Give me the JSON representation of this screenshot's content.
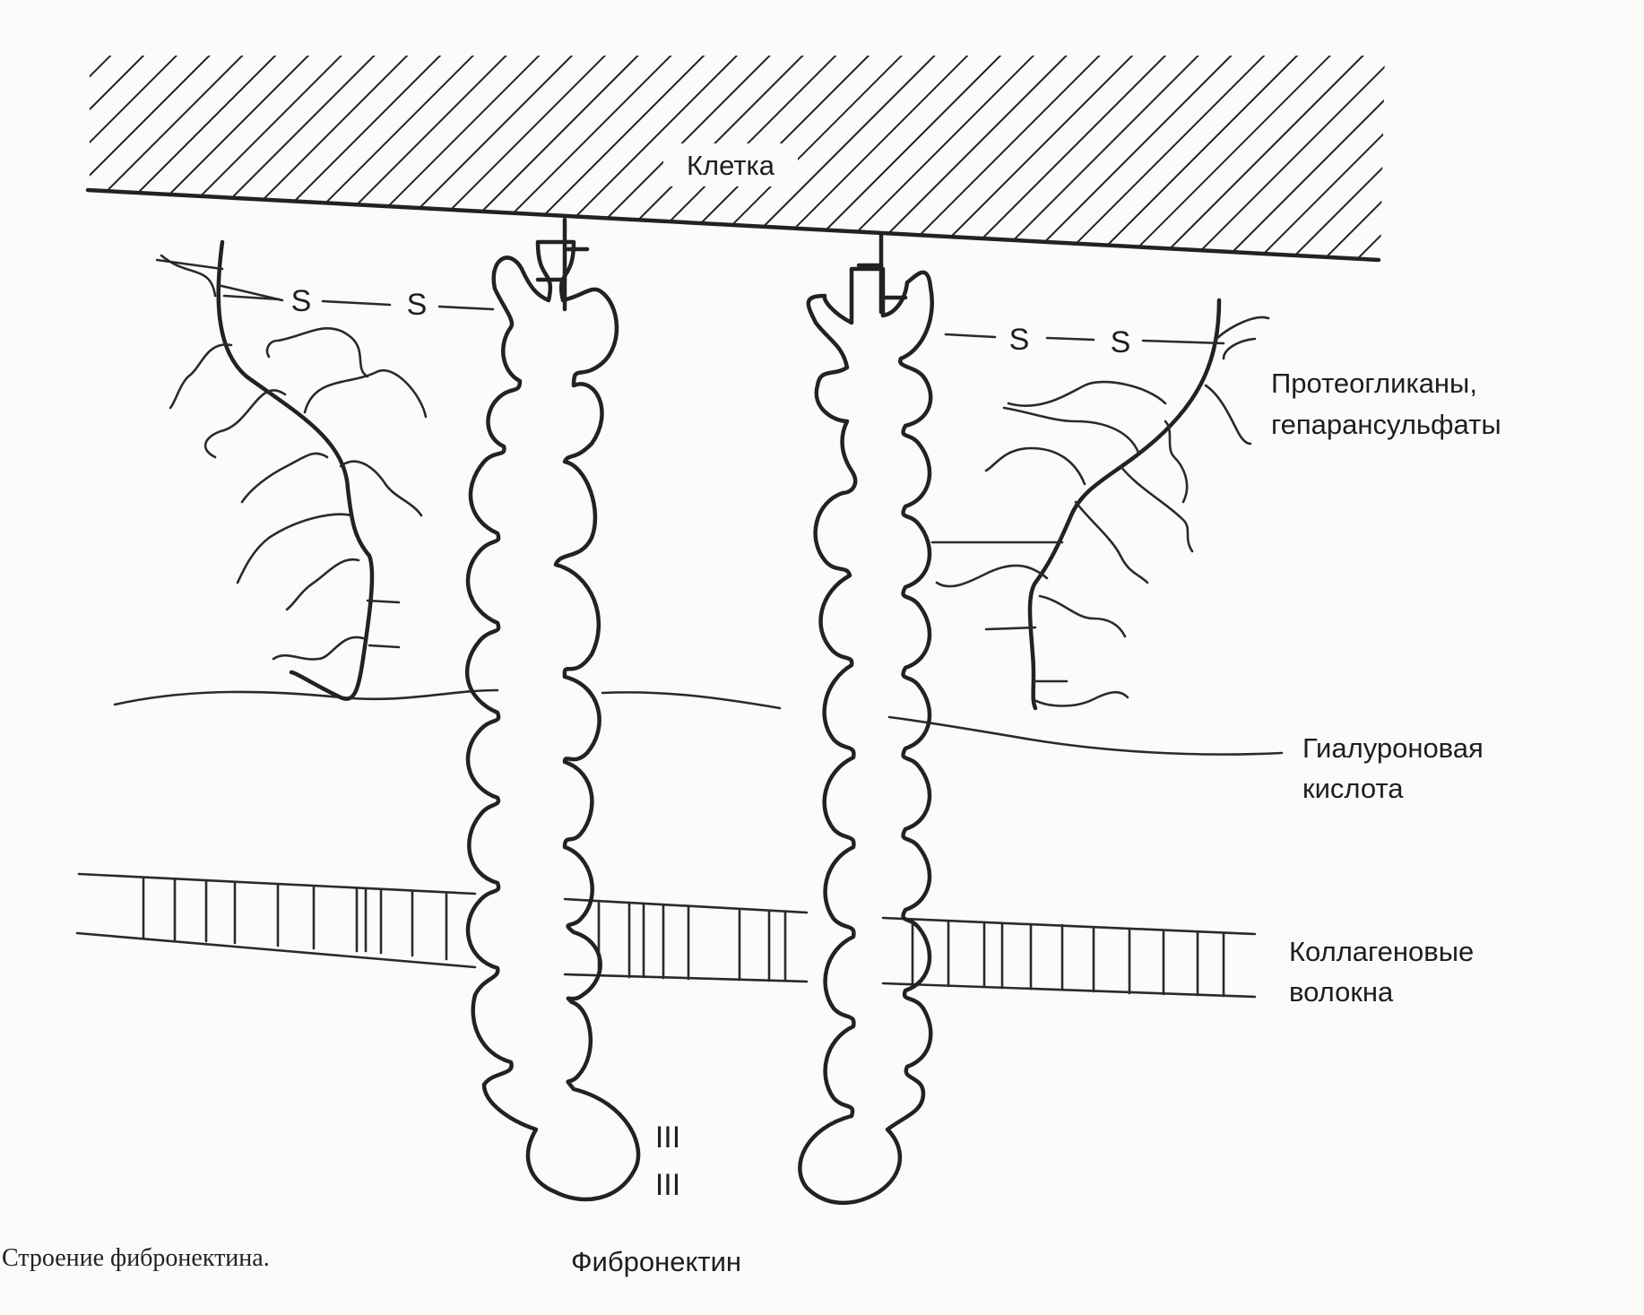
{
  "labels": {
    "cell": "Клетка",
    "proteoglycans_line1": "Протеогликаны,",
    "proteoglycans_line2": "гепарансульфаты",
    "hyaluronic_line1": "Гиалуроновая",
    "hyaluronic_line2": "кислота",
    "collagen_line1": "Коллагеновые",
    "collagen_line2": "волокна",
    "fibronectin": "Фибронектин",
    "disulfide_symbol": "S",
    "crosslink_mark": "III"
  },
  "caption": "Строение фибронектина.",
  "colors": {
    "ink": "#222222",
    "paper": "#fbfbfa"
  }
}
